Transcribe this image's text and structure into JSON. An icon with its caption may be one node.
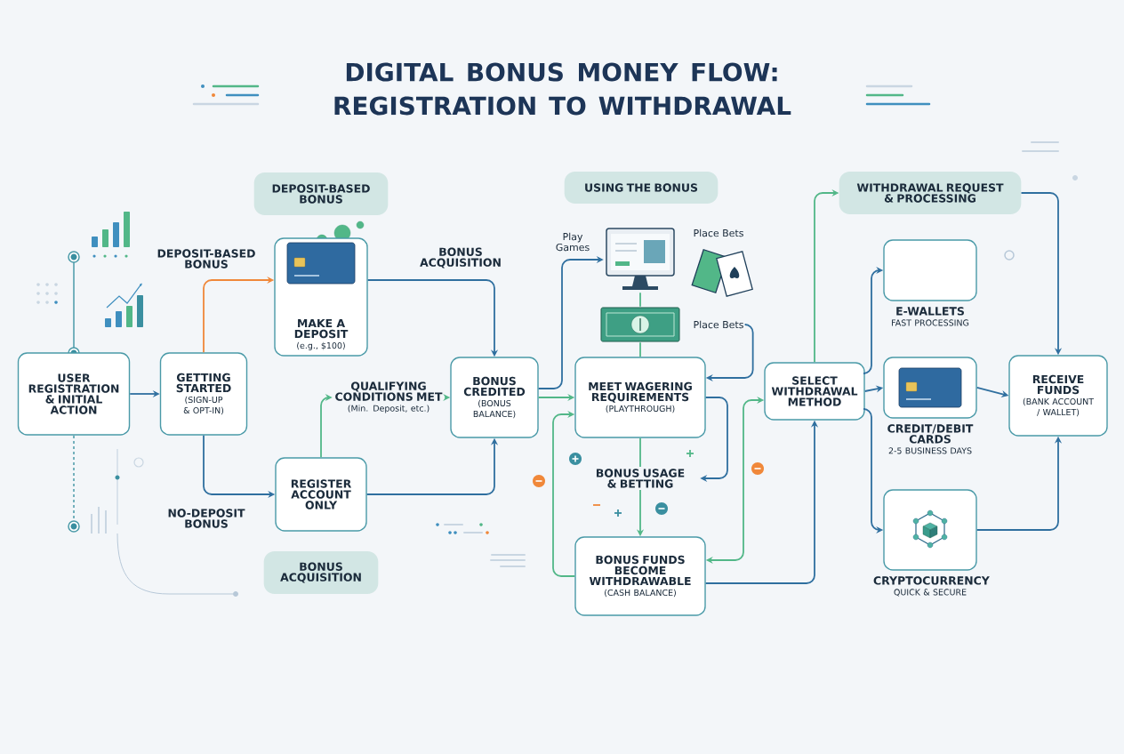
{
  "diagram": {
    "title": "DIGITAL BONUS MONEY FLOW: REGISTRATION TO WITHDRAWAL",
    "nodes": [
      {
        "text": [
          "USER REGISTRATION & INITIAL ACTION"
        ]
      },
      {
        "text": [
          "GETTING STARTED",
          "(SIGN-UP & OPT-IN)"
        ]
      },
      {
        "text": [
          "MAKE A DEPOSIT",
          "(e.g., $100)"
        ]
      },
      {
        "text": [
          "REGISTER ACCOUNT ONLY"
        ]
      },
      {
        "text": [
          "QUALIFYING CONDITIONS MET",
          "(Min. Deposit, etc.)"
        ]
      },
      {
        "text": [
          "BONUS CREDITED",
          "(BONUS BALANCE)"
        ]
      },
      {
        "text": [],
        "shape": "picture"
      },
      {
        "text": [],
        "shape": "picture"
      },
      {
        "text": [
          "Place Bets"
        ]
      },
      {
        "text": [
          "MEET WAGERING REQUIREMENTS",
          "(PLAYTHROUGH)"
        ]
      },
      {
        "text": [
          "BONUS USAGE & BETTING"
        ]
      },
      {
        "text": [
          "BONUS FUNDS BECOME WITHDRAWABLE",
          "(CASH BALANCE)"
        ]
      },
      {
        "text": [
          "SELECT WITHDRAWAL METHOD"
        ]
      },
      {
        "text": [
          "WITHDRAWAL REQUEST & PROCESSING"
        ]
      },
      {
        "text": [
          "E-WALLETS",
          "FAST PROCESSING"
        ]
      },
      {
        "text": [
          "CREDIT/DEBIT CARDS",
          "2-5 BUSINESS DAYS"
        ]
      },
      {
        "text": [
          "CRYPTOCURRENCY",
          "QUICK & SECURE"
        ]
      },
      {
        "text": [
          "RECEIVE FUNDS",
          "(BANK ACCOUNT / WALLET)"
        ]
      },
      {
        "text": [
          "DEPOSIT-BASED BONUS"
        ]
      },
      {
        "text": [
          "USING THE BONUS"
        ]
      },
      {
        "text": [
          "BONUS ACQUISITION"
        ]
      }
    ],
    "edges": [
      {
        "from": 0,
        "to": 1,
        "arrow": "to"
      },
      {
        "from": 1,
        "to": 2,
        "arrow": "to",
        "label": "DEPOSIT-BASED BONUS",
        "color": "#f0883a"
      },
      {
        "from": 1,
        "to": 3,
        "arrow": "to",
        "label": "NO-DEPOSIT BONUS"
      },
      {
        "from": 2,
        "to": 5,
        "arrow": "to",
        "label": "BONUS ACQUISITION"
      },
      {
        "from": 3,
        "to": 4,
        "arrow": "to",
        "color": "#52b788"
      },
      {
        "from": 4,
        "to": 5,
        "arrow": "to",
        "color": "#52b788"
      },
      {
        "from": 3,
        "to": 5,
        "arrow": "to"
      },
      {
        "from": 5,
        "to": 6,
        "arrow": "to",
        "label": "Play Games"
      },
      {
        "from": 5,
        "to": 9,
        "arrow": "to",
        "color": "#52b788"
      },
      {
        "from": 6,
        "to": 7,
        "arrow": "none",
        "color": "#52b788"
      },
      {
        "from": 7,
        "to": 9,
        "arrow": "none",
        "color": "#52b788"
      },
      {
        "from": 8,
        "to": 9,
        "arrow": "to"
      },
      {
        "from": 9,
        "to": 10,
        "arrow": "none",
        "color": "#52b788"
      },
      {
        "from": 9,
        "to": 10,
        "arrow": "to"
      },
      {
        "from": 10,
        "to": 11,
        "arrow": "to",
        "color": "#52b788"
      },
      {
        "from": 11,
        "to": 9,
        "arrow": "to",
        "color": "#52b788"
      },
      {
        "from": 11,
        "to": 12,
        "arrow": "both",
        "color": "#52b788"
      },
      {
        "from": 11,
        "to": 12,
        "arrow": "to"
      },
      {
        "from": 12,
        "to": 13,
        "arrow": "to",
        "color": "#52b788"
      },
      {
        "from": 12,
        "to": 14,
        "arrow": "to"
      },
      {
        "from": 12,
        "to": 15,
        "arrow": "to"
      },
      {
        "from": 12,
        "to": 16,
        "arrow": "to"
      },
      {
        "from": 13,
        "to": 17,
        "arrow": "to"
      },
      {
        "from": 15,
        "to": 17,
        "arrow": "to"
      },
      {
        "from": 16,
        "to": 17,
        "arrow": "to"
      }
    ],
    "labels": [
      "Place Bets"
    ]
  }
}
